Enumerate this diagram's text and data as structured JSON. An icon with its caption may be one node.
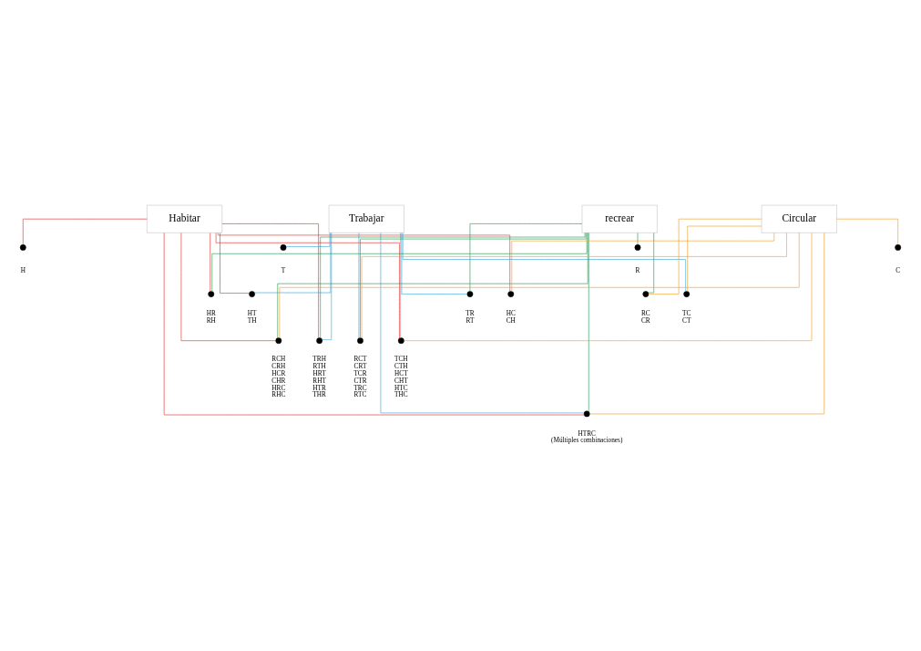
{
  "diagram": {
    "nodes": [
      {
        "text": [
          "Habitar"
        ]
      },
      {
        "text": [
          "Trabajar"
        ]
      },
      {
        "text": [
          "recrear"
        ]
      },
      {
        "text": [
          "Circular"
        ]
      },
      {
        "text": [],
        "shape": "circle",
        "beside": [
          "H"
        ]
      },
      {
        "text": [],
        "shape": "circle",
        "beside": [
          "T"
        ]
      },
      {
        "text": [],
        "shape": "circle",
        "beside": [
          "R"
        ]
      },
      {
        "text": [],
        "shape": "circle",
        "beside": [
          "C"
        ]
      },
      {
        "text": [],
        "shape": "circle",
        "beside": [
          "HR",
          "RH"
        ]
      },
      {
        "text": [],
        "shape": "circle",
        "beside": [
          "HT",
          "TH"
        ]
      },
      {
        "text": [],
        "shape": "circle",
        "beside": [
          "TR",
          "RT"
        ]
      },
      {
        "text": [],
        "shape": "circle",
        "beside": [
          "HC",
          "CH"
        ]
      },
      {
        "text": [],
        "shape": "circle",
        "beside": [
          "RC",
          "CR"
        ]
      },
      {
        "text": [],
        "shape": "circle",
        "beside": [
          "TC",
          "CT"
        ]
      },
      {
        "text": [],
        "shape": "circle",
        "beside": [
          "RCH",
          "CRH",
          "HCR",
          "CHR",
          "HRC",
          "RHC"
        ]
      },
      {
        "text": [],
        "shape": "circle",
        "beside": [
          "TRH",
          "RTH",
          "HRT",
          "RHT",
          "HTR",
          "THR"
        ]
      },
      {
        "text": [],
        "shape": "circle",
        "beside": [
          "RCT",
          "CRT",
          "TCR",
          "CTR",
          "TRC",
          "RTC"
        ]
      },
      {
        "text": [],
        "shape": "circle",
        "beside": [
          "TCH",
          "CTH",
          "HCT",
          "CHT",
          "HTC",
          "THC"
        ]
      },
      {
        "text": [],
        "shape": "circle",
        "beside": [
          "HTRC",
          "(Múltiples combinaciones)"
        ]
      }
    ],
    "edges": [
      {
        "from": 0,
        "to": 4,
        "arrow": "none",
        "color": "#e53935"
      },
      {
        "from": 1,
        "to": 5,
        "arrow": "none",
        "color": "#3fa9dc"
      },
      {
        "from": 2,
        "to": 6,
        "arrow": "none",
        "color": "#2e9e5b"
      },
      {
        "from": 3,
        "to": 7,
        "arrow": "none",
        "color": "#f5a030"
      },
      {
        "from": 0,
        "to": 8,
        "arrow": "none",
        "color": "#e53935"
      },
      {
        "from": 2,
        "to": 8,
        "arrow": "none",
        "color": "#2e9e5b"
      },
      {
        "from": 0,
        "to": 9,
        "arrow": "none",
        "color": "#e53935"
      },
      {
        "from": 1,
        "to": 9,
        "arrow": "none",
        "color": "#3fa9dc"
      },
      {
        "from": 1,
        "to": 10,
        "arrow": "none",
        "color": "#3fa9dc"
      },
      {
        "from": 2,
        "to": 10,
        "arrow": "none",
        "color": "#2e9e5b"
      },
      {
        "from": 0,
        "to": 11,
        "arrow": "none",
        "color": "#e53935"
      },
      {
        "from": 3,
        "to": 11,
        "arrow": "none",
        "color": "#f5a030"
      },
      {
        "from": 2,
        "to": 12,
        "arrow": "none",
        "color": "#2e9e5b"
      },
      {
        "from": 3,
        "to": 12,
        "arrow": "none",
        "color": "#f5a030"
      },
      {
        "from": 1,
        "to": 13,
        "arrow": "none",
        "color": "#3fa9dc"
      },
      {
        "from": 3,
        "to": 13,
        "arrow": "none",
        "color": "#f5a030"
      },
      {
        "from": 0,
        "to": 14,
        "arrow": "none",
        "color": "#e53935"
      },
      {
        "from": 2,
        "to": 14,
        "arrow": "none",
        "color": "#2e9e5b"
      },
      {
        "from": 3,
        "to": 14,
        "arrow": "none",
        "color": "#f5a030"
      },
      {
        "from": 0,
        "to": 15,
        "arrow": "none",
        "color": "#e53935"
      },
      {
        "from": 1,
        "to": 15,
        "arrow": "none",
        "color": "#3fa9dc"
      },
      {
        "from": 2,
        "to": 15,
        "arrow": "none",
        "color": "#2e9e5b"
      },
      {
        "from": 1,
        "to": 16,
        "arrow": "none",
        "color": "#3fa9dc"
      },
      {
        "from": 2,
        "to": 16,
        "arrow": "none",
        "color": "#2e9e5b"
      },
      {
        "from": 3,
        "to": 16,
        "arrow": "none",
        "color": "#f5a030"
      },
      {
        "from": 0,
        "to": 17,
        "arrow": "none",
        "color": "#e53935"
      },
      {
        "from": 1,
        "to": 17,
        "arrow": "none",
        "color": "#3fa9dc"
      },
      {
        "from": 3,
        "to": 17,
        "arrow": "none",
        "color": "#f5a030"
      },
      {
        "from": 0,
        "to": 18,
        "arrow": "none",
        "color": "#e53935"
      },
      {
        "from": 1,
        "to": 18,
        "arrow": "none",
        "color": "#3fa9dc"
      },
      {
        "from": 2,
        "to": 18,
        "arrow": "none",
        "color": "#2e9e5b"
      },
      {
        "from": 3,
        "to": 18,
        "arrow": "none",
        "color": "#f5a030"
      }
    ]
  }
}
